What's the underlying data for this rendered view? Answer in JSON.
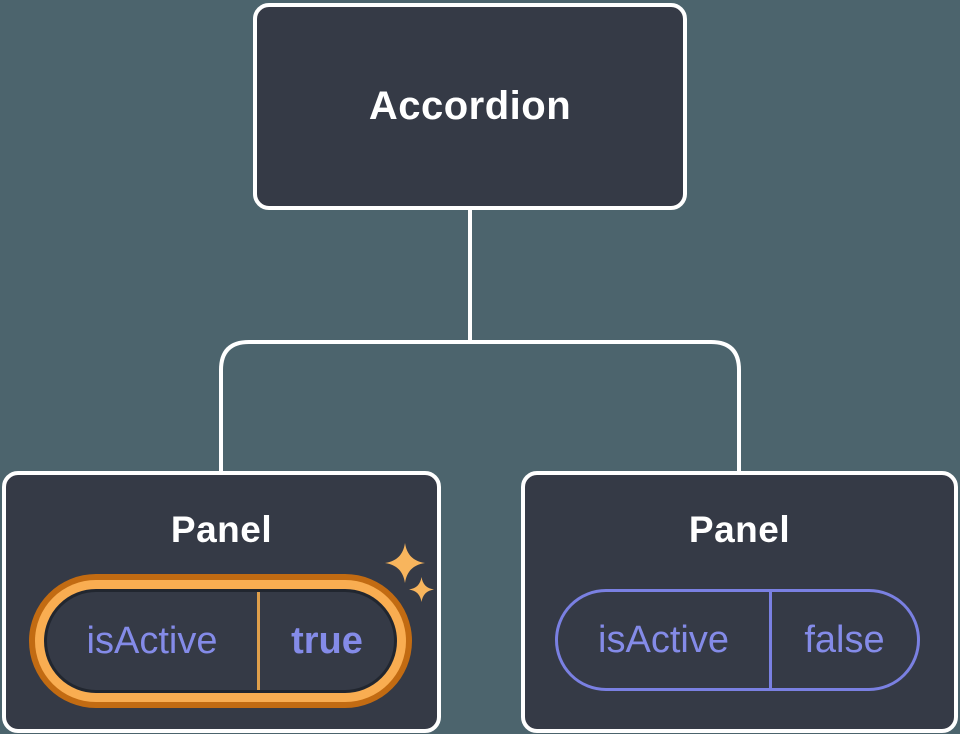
{
  "diagram": {
    "root": {
      "label": "Accordion"
    },
    "panels": [
      {
        "title": "Panel",
        "prop": {
          "name": "isActive",
          "value": "true"
        },
        "highlighted": true,
        "icon": "sparkle-icon"
      },
      {
        "title": "Panel",
        "prop": {
          "name": "isActive",
          "value": "false"
        },
        "highlighted": false
      }
    ]
  },
  "colors": {
    "background": "#4C646D",
    "node_fill": "#353A46",
    "node_border": "#FFFFFF",
    "connector": "#FFFFFF",
    "title_text": "#FFFFFF",
    "prop_purple": "#848BE8",
    "inactive_stroke": "#7A80E2",
    "pill_dark_stroke": "#21262F",
    "ring_inner": "#F9AD51",
    "ring_outer": "#C26B12",
    "pill_divider": "#DF9F4B",
    "sparkle": "#F8B55D"
  }
}
